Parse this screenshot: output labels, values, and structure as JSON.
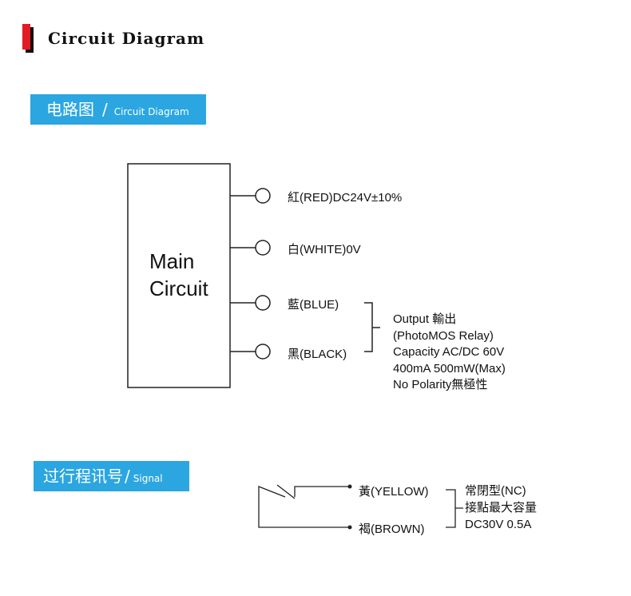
{
  "header": {
    "title": "Circuit Diagram",
    "accent_color": "#e31b23"
  },
  "circuit_section": {
    "title_zh": "电路图",
    "separator": "/",
    "title_en": "Circuit Diagram",
    "banner_color": "#2ba6e1"
  },
  "main_box": {
    "line1": "Main",
    "line2": "Circuit"
  },
  "wires": [
    {
      "label": "紅(RED)DC24V±10%"
    },
    {
      "label": "白(WHITE)0V"
    },
    {
      "label": "藍(BLUE)"
    },
    {
      "label": "黑(BLACK)"
    }
  ],
  "output_spec": [
    "Output 輸出",
    "(PhotoMOS Relay)",
    "Capacity AC/DC 60V",
    "400mA 500mW(Max)",
    "No Polarity無極性"
  ],
  "signal_section": {
    "title_zh": "过行程讯号",
    "separator": "/",
    "title_en": "Signal"
  },
  "signal_wires": [
    {
      "label": "黃(YELLOW)"
    },
    {
      "label": "褐(BROWN)"
    }
  ],
  "signal_spec": [
    "常閉型(NC)",
    "接點最大容量",
    "DC30V 0.5A"
  ]
}
